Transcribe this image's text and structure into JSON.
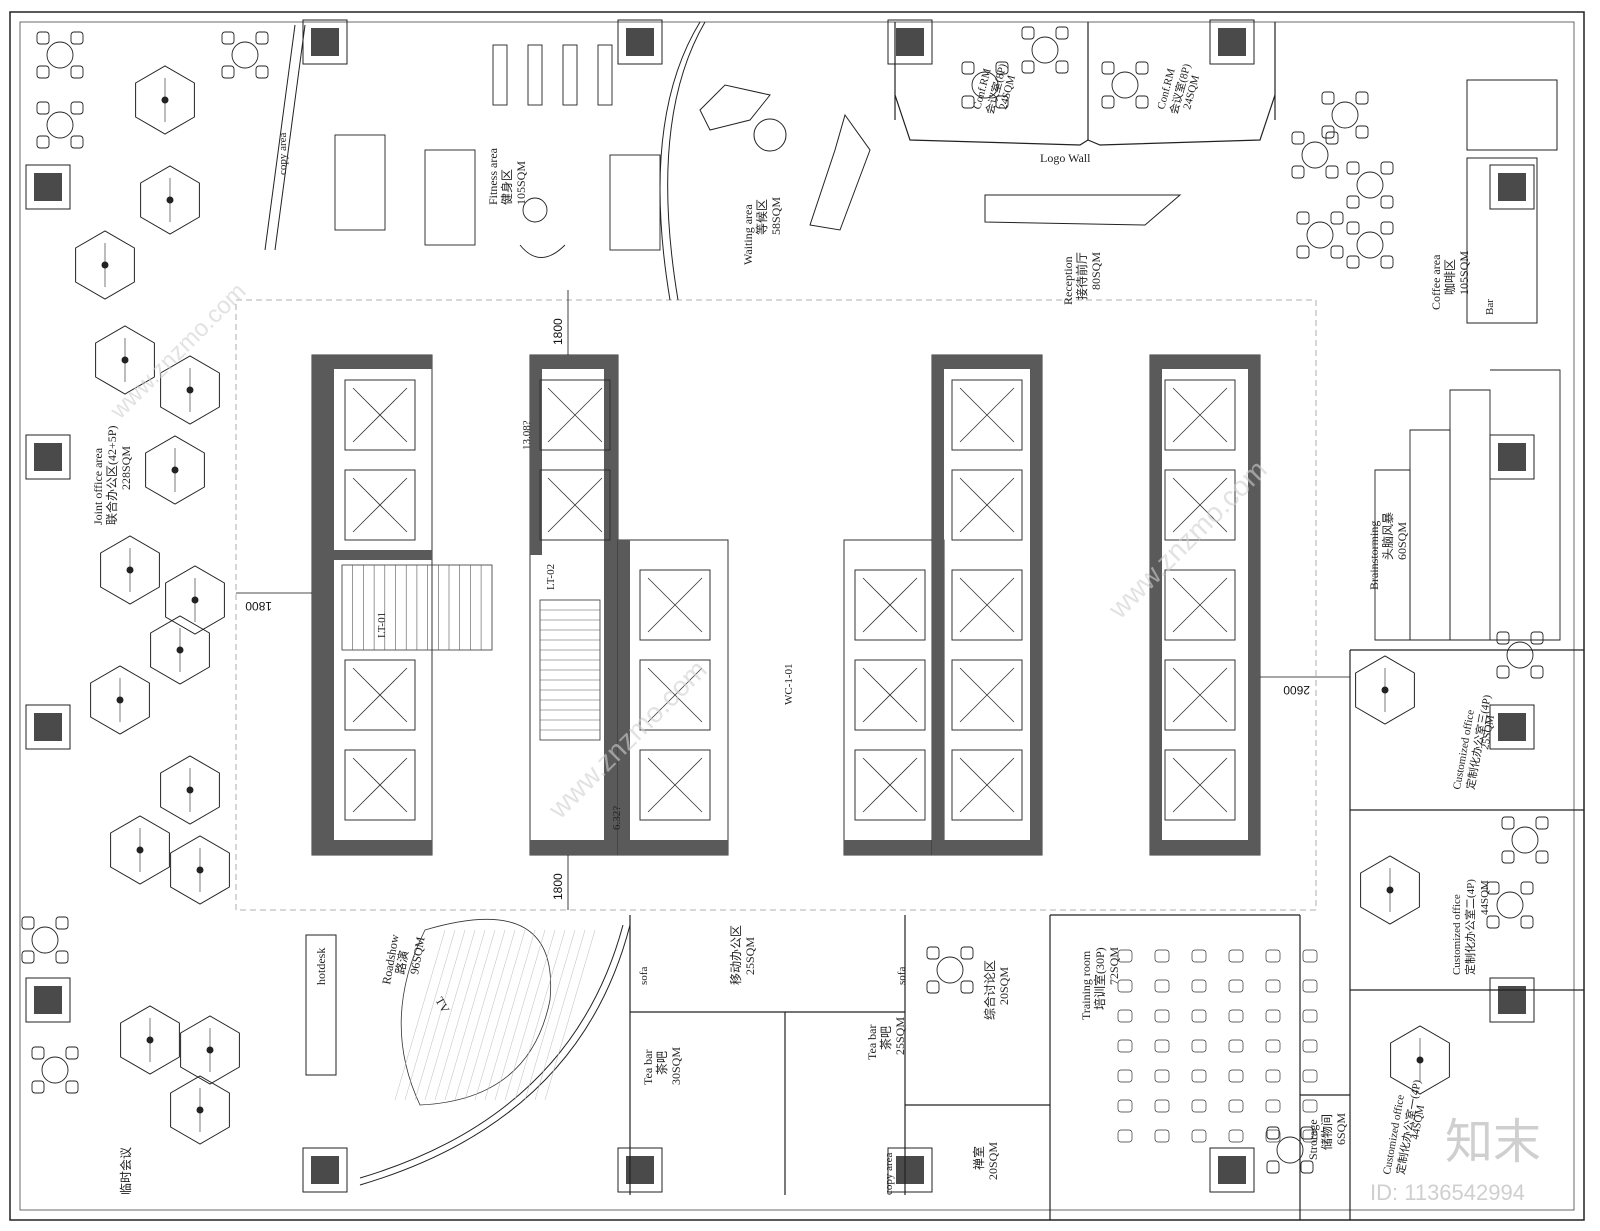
{
  "rooms": {
    "copy_area_top": "copy area",
    "fitness": {
      "en": "Fitness area",
      "cn": "健身区",
      "area": "105SQM"
    },
    "waiting": {
      "en": "Waiting area",
      "cn": "等候区",
      "area": "58SQM"
    },
    "conf_rm_1": {
      "en": "Conf.RM",
      "cn": "会议室(8P)",
      "area": "24SQM"
    },
    "conf_rm_2": {
      "en": "Conf.RM",
      "cn": "会议室(8P)",
      "area": "24SQM"
    },
    "logo_wall": "Logo Wall",
    "reception": {
      "en": "Reception",
      "cn": "接待前厅",
      "area": "80SQM"
    },
    "coffee": {
      "en": "Coffee area",
      "cn": "咖啡区",
      "area": "105SQM"
    },
    "bar": "Bar",
    "joint_office": {
      "en": "Joint office area",
      "cn": "联合办公区(42+5P)",
      "area": "228SQM"
    },
    "brainstorming": {
      "en": "Brainstorming",
      "cn": "头脑风暴",
      "area": "60SQM"
    },
    "custom_office_3": {
      "en": "Customized office",
      "cn": "定制化办公室三(4P)",
      "area": "25SQM"
    },
    "custom_office_2": {
      "en": "Customized office",
      "cn": "定制化办公室二(4P)",
      "area": "44SQM"
    },
    "custom_office_1": {
      "en": "Customized office",
      "cn": "定制化办公室一(4P)",
      "area": "44SQM"
    },
    "roadshow": {
      "en": "Roadshow",
      "cn": "路演",
      "area": "96SQM"
    },
    "tv": "TV",
    "hotdesk": "hotdesk",
    "mobile_office": {
      "cn": "移动办公区",
      "area": "25SQM"
    },
    "sofa_1": "sofa",
    "sofa_2": "sofa",
    "tea_bar_1": {
      "en": "Tea bar",
      "cn": "茶吧",
      "area": "30SQM"
    },
    "tea_bar_2": {
      "en": "Tea bar",
      "cn": "茶吧",
      "area": "25SQM"
    },
    "copy_area_bottom": "copy area",
    "discussion": {
      "cn": "综合讨论区",
      "area": "20SQM"
    },
    "zen_room": {
      "cn": "禅室",
      "area": "20SQM"
    },
    "training": {
      "en": "Training room",
      "cn": "培训室(30P)",
      "area": "72SQM"
    },
    "storage": {
      "en": "Strorage",
      "cn": "储物间",
      "area": "6SQM"
    },
    "temp_meeting": "临时会议"
  },
  "core_labels": {
    "lt01": "LT-01",
    "lt02": "LT-02",
    "wc01": "WC-1-01",
    "level_1": "13.08?",
    "level_2": "6.32?"
  },
  "dimensions": {
    "top": "1800",
    "left": "1800",
    "bottom": "1800",
    "right": "2600"
  },
  "watermark": {
    "brand": "知末",
    "id": "ID: 1136542994",
    "site": "www.znzmo.com"
  },
  "colors": {
    "line": "#222222",
    "column": "#4a4a4a",
    "core_wall": "#5a5a5a"
  }
}
